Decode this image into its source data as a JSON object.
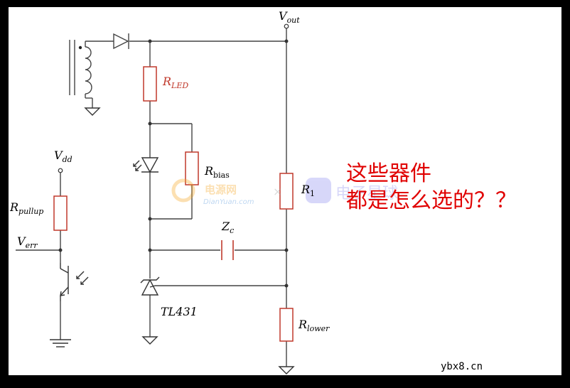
{
  "labels": {
    "vout": {
      "main": "V",
      "sub": "out"
    },
    "rled": {
      "main": "R",
      "sub": "LED"
    },
    "rbias": {
      "main": "R",
      "sub": "bias"
    },
    "r1": {
      "main": "R",
      "sub": "1"
    },
    "zc": {
      "main": "Z",
      "sub": "c"
    },
    "vdd": {
      "main": "V",
      "sub": "dd"
    },
    "rpullup": {
      "main": "R",
      "sub": "pullup"
    },
    "verr": {
      "main": "V",
      "sub": "err"
    },
    "rlower": {
      "main": "R",
      "sub": "lower"
    },
    "tl431": "TL431"
  },
  "question": {
    "line1": "这些器件",
    "line2": "都是怎么选的？？"
  },
  "watermark": {
    "brand": "电源网",
    "domain": "DianYuan.com",
    "brand2": "电子星球"
  },
  "site": "ybx8.cn",
  "colors": {
    "resistor_red": "#c0392b",
    "question_red": "#e00000",
    "wire": "#444444",
    "frame": "#000000"
  }
}
